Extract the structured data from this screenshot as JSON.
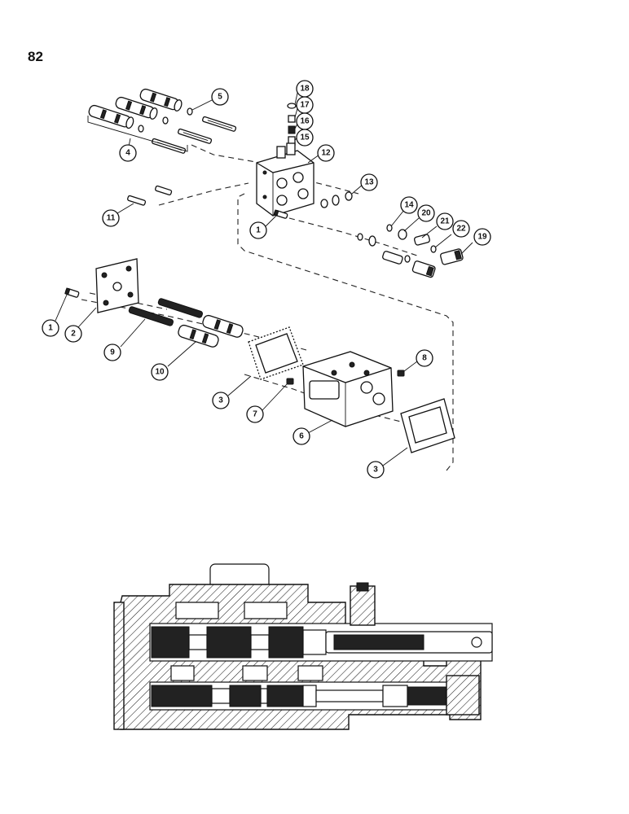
{
  "page": {
    "number": "82"
  },
  "callouts": [
    {
      "key": "c18",
      "label": "18"
    },
    {
      "key": "c17",
      "label": "17"
    },
    {
      "key": "c16",
      "label": "16"
    },
    {
      "key": "c15",
      "label": "15"
    },
    {
      "key": "c12",
      "label": "12"
    },
    {
      "key": "c5",
      "label": "5"
    },
    {
      "key": "c4",
      "label": "4"
    },
    {
      "key": "c13",
      "label": "13"
    },
    {
      "key": "c11",
      "label": "11"
    },
    {
      "key": "c1a",
      "label": "1"
    },
    {
      "key": "c14",
      "label": "14"
    },
    {
      "key": "c20",
      "label": "20"
    },
    {
      "key": "c21",
      "label": "21"
    },
    {
      "key": "c22",
      "label": "22"
    },
    {
      "key": "c19",
      "label": "19"
    },
    {
      "key": "c1b",
      "label": "1"
    },
    {
      "key": "c2",
      "label": "2"
    },
    {
      "key": "c9",
      "label": "9"
    },
    {
      "key": "c10",
      "label": "10"
    },
    {
      "key": "c3a",
      "label": "3"
    },
    {
      "key": "c7",
      "label": "7"
    },
    {
      "key": "c8",
      "label": "8"
    },
    {
      "key": "c6",
      "label": "6"
    },
    {
      "key": "c3b",
      "label": "3"
    }
  ],
  "icons": {
    "exploded_view": "valve-exploded-view-icon",
    "cross_section": "valve-cross-section-icon"
  }
}
